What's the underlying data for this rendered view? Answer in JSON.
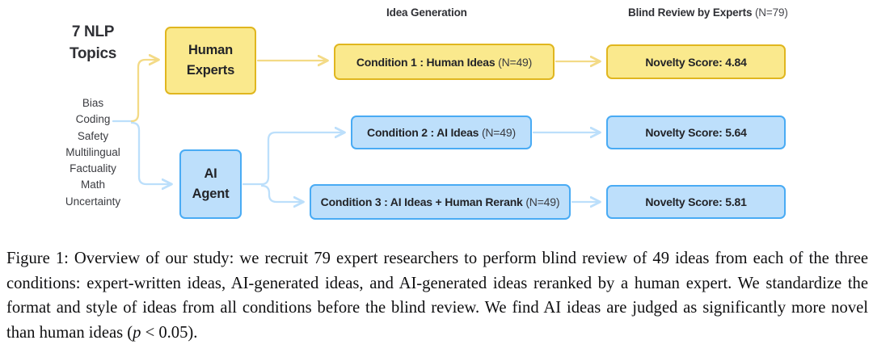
{
  "figure": {
    "column_headers": [
      {
        "name": "idea-generation",
        "bold": "Idea Generation",
        "light": ""
      },
      {
        "name": "blind-review",
        "bold": "Blind Review by Experts",
        "light": " (N=79)"
      }
    ],
    "left_panel": {
      "title": "7 NLP Topics",
      "title_line_1": "7 NLP",
      "title_line_2": "Topics",
      "topics": [
        "Bias",
        "Coding",
        "Safety",
        "Multilingual",
        "Factuality",
        "Math",
        "Uncertainty"
      ],
      "topics_text": "Bias\nCoding\nSafety\nMultilingual\nFactuality\nMath\nUncertainty"
    },
    "nodes": {
      "human_experts": {
        "line_1": "Human",
        "line_2": "Experts",
        "color": "#fae98d",
        "border": "#e0b61f"
      },
      "ai_agent": {
        "line_1": "AI",
        "line_2": "Agent",
        "color": "#bddffb",
        "border": "#49abf4"
      }
    },
    "conditions": [
      {
        "bold": "Condition 1 : Human Ideas",
        "light": " (N=49)",
        "color": "yellow"
      },
      {
        "bold": "Condition 2 : AI Ideas",
        "light": " (N=49)",
        "color": "blue"
      },
      {
        "bold": "Condition 3 : AI Ideas + Human Rerank",
        "light": " (N=49)",
        "color": "blue"
      }
    ],
    "scores": [
      {
        "label": "Novelty Score: 4.84",
        "color": "yellow"
      },
      {
        "label": "Novelty Score: 5.64",
        "color": "blue"
      },
      {
        "label": "Novelty Score: 5.81",
        "color": "blue"
      }
    ],
    "colors": {
      "yellow_fill": "#fae98d",
      "yellow_stroke": "#e0b61f",
      "yellow_arrow": "#f5dd8f",
      "blue_fill": "#bddffb",
      "blue_stroke": "#49abf4",
      "blue_arrow": "#bfe0fb"
    }
  },
  "caption": {
    "prefix": "Figure 1:",
    "text_part_1": "Figure 1: Overview of our study: we recruit 79 expert researchers to perform blind review of 49 ideas from each of the three conditions: expert-written ideas, AI-generated ideas, and AI-generated ideas reranked by a human expert. We standardize the format and style of ideas from all conditions before the blind review. We find AI ideas are judged as significantly more novel than human ideas (",
    "p_symbol": "p",
    "p_value": " < 0.05).",
    "full": "Figure 1: Overview of our study: we recruit 79 expert researchers to perform blind review of 49 ideas from each of the three conditions: expert-written ideas, AI-generated ideas, and AI-generated ideas reranked by a human expert. We standardize the format and style of ideas from all conditions before the blind review. We find AI ideas are judged as significantly more novel than human ideas (p < 0.05)."
  }
}
